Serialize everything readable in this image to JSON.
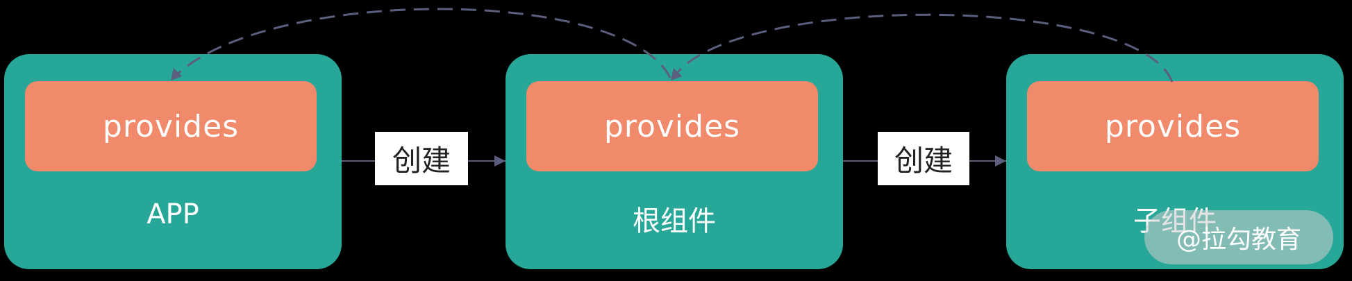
{
  "nodes": [
    {
      "provides_label": "provides",
      "label": "APP"
    },
    {
      "provides_label": "provides",
      "label": "根组件"
    },
    {
      "provides_label": "provides",
      "label": "子组件"
    }
  ],
  "edges": [
    {
      "label": "创建"
    },
    {
      "label": "创建"
    }
  ],
  "watermark": "@拉勾教育",
  "colors": {
    "background": "#000000",
    "node_fill": "#27a797",
    "provides_fill": "#f1896b",
    "arrow": "#5b5f7d",
    "label_box": "#ffffff"
  }
}
